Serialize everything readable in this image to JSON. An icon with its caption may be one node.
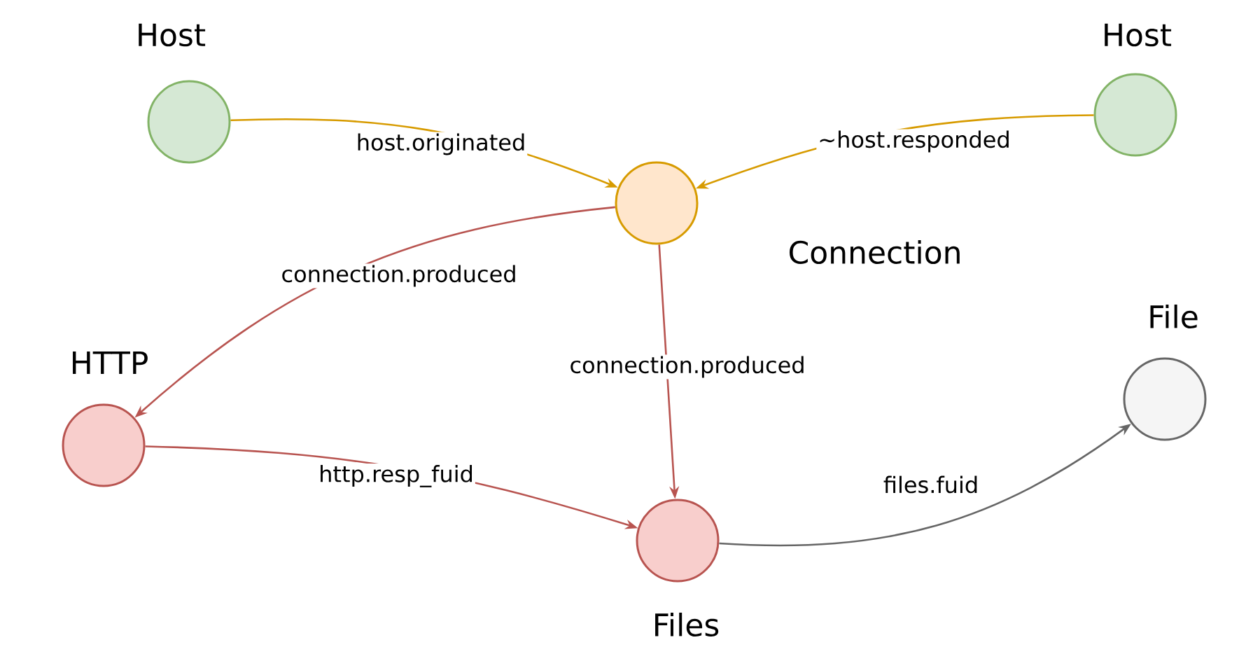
{
  "diagram": {
    "nodes": [
      {
        "text": [
          "Host"
        ]
      },
      {
        "text": [
          "Host"
        ]
      },
      {
        "text": [
          "Connection"
        ]
      },
      {
        "text": [
          "HTTP"
        ]
      },
      {
        "text": [
          "Files"
        ]
      },
      {
        "text": [
          "File"
        ]
      }
    ],
    "edges": [
      {
        "from": 0,
        "to": 2,
        "arrow": "to",
        "label": "host.originated",
        "color": "#d79b00"
      },
      {
        "from": 1,
        "to": 2,
        "arrow": "to",
        "label": "~host.responded",
        "color": "#d79b00"
      },
      {
        "from": 2,
        "to": 3,
        "arrow": "to",
        "label": "connection.produced"
      },
      {
        "from": 2,
        "to": 4,
        "arrow": "to",
        "label": "connection.produced"
      },
      {
        "from": 3,
        "to": 4,
        "arrow": "to",
        "label": "http.resp_fuid"
      },
      {
        "from": 4,
        "to": 5,
        "arrow": "to",
        "label": "files.fuid",
        "color": "#666666"
      }
    ]
  }
}
